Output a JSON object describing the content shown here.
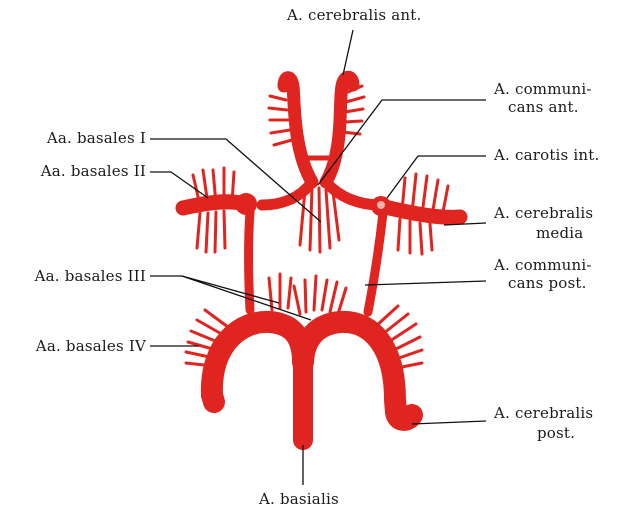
{
  "colors": {
    "vessel": "#e0241f",
    "leader": "#111111",
    "text": "#1a1a1a",
    "background": "#ffffff"
  },
  "labels": {
    "cerebralis_ant": "A. cerebralis ant.",
    "communicans_ant_1": "A. communi-",
    "communicans_ant_2": "cans ant.",
    "carotis_int": "A. carotis int.",
    "cerebralis_media_1": "A. cerebralis",
    "cerebralis_media_2": "media",
    "communicans_post_1": "A. communi-",
    "communicans_post_2": "cans post.",
    "cerebralis_post_1": "A. cerebralis",
    "cerebralis_post_2": "post.",
    "basales_1": "Aa. basales I",
    "basales_2": "Aa. basales II",
    "basales_3": "Aa. basales III",
    "basales_4": "Aa. basales IV",
    "basialis": "A. basialis"
  }
}
